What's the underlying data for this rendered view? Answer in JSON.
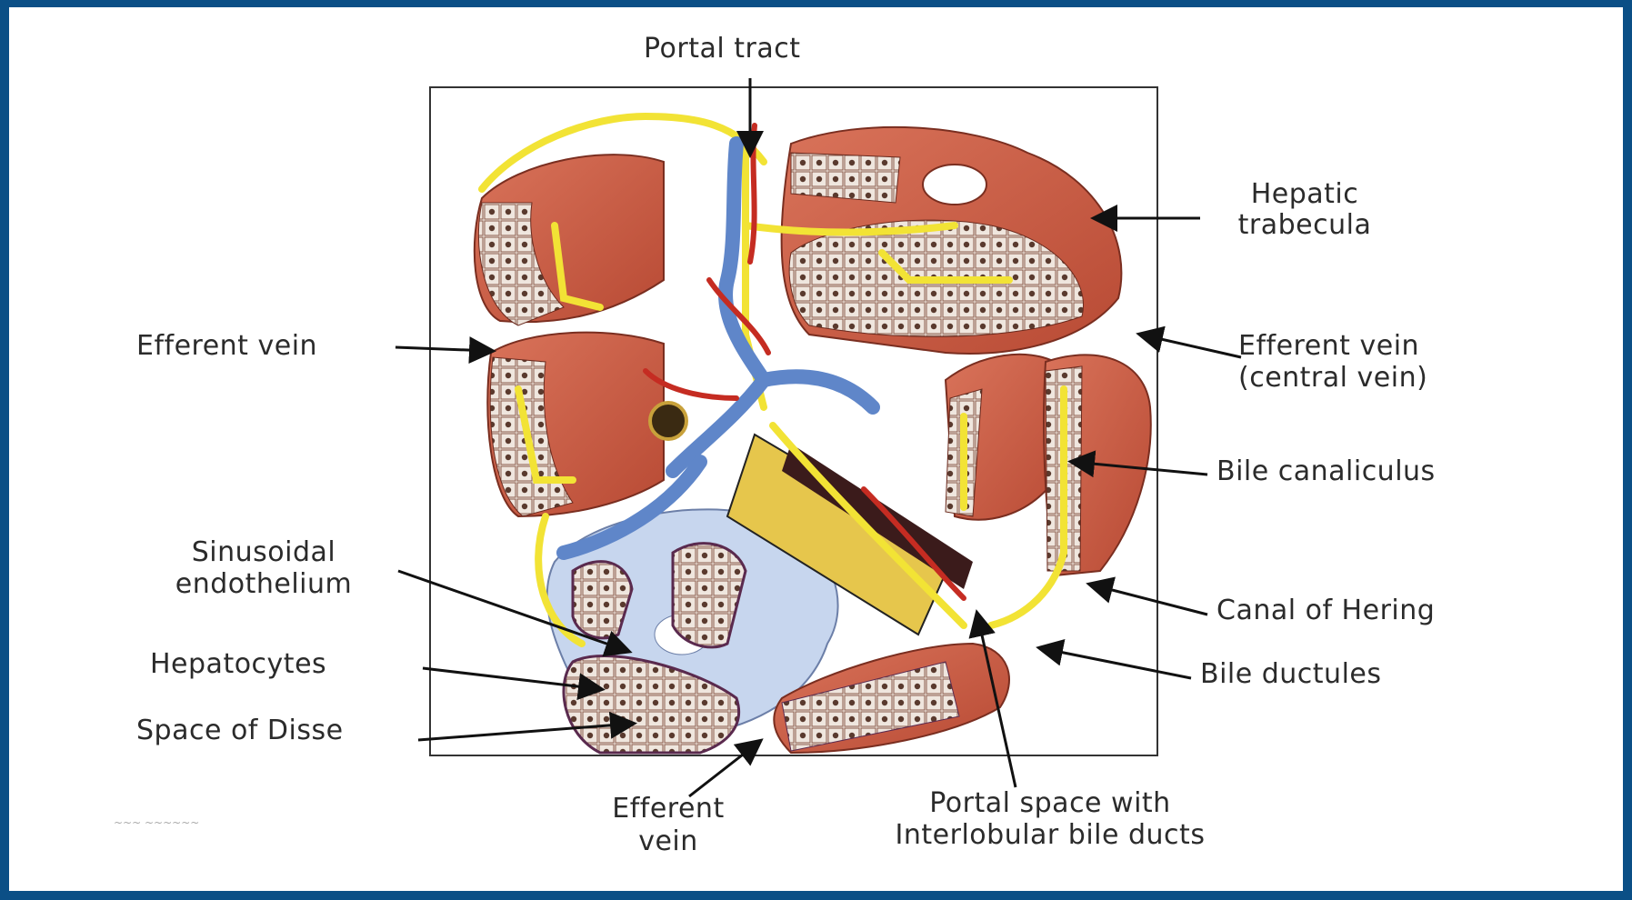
{
  "labels": {
    "portal_tract": "Portal tract",
    "hepatic_trabecula_line1": "Hepatic",
    "hepatic_trabecula_line2": "trabecula",
    "efferent_vein_left": "Efferent vein",
    "efferent_vein_central_line1": "Efferent vein",
    "efferent_vein_central_line2": "(central vein)",
    "bile_canaliculus": "Bile canaliculus",
    "sinusoidal_line1": "Sinusoidal",
    "sinusoidal_line2": "endothelium",
    "canal_of_hering": "Canal of Hering",
    "hepatocytes": "Hepatocytes",
    "bile_ductules": "Bile ductules",
    "space_of_disse": "Space of Disse",
    "efferent_vein_bottom_line1": "Efferent",
    "efferent_vein_bottom_line2": "vein",
    "portal_space_line1": "Portal space with",
    "portal_space_line2": "Interlobular bile ducts"
  },
  "colors": {
    "frame": "#0b4f86",
    "hepatocyte_plate": "#c8593f",
    "bile_duct": "#f2e335",
    "portal_vein": "#5f86c9",
    "hepatic_artery": "#c52c22",
    "sinusoid": "#c7d6ee"
  }
}
